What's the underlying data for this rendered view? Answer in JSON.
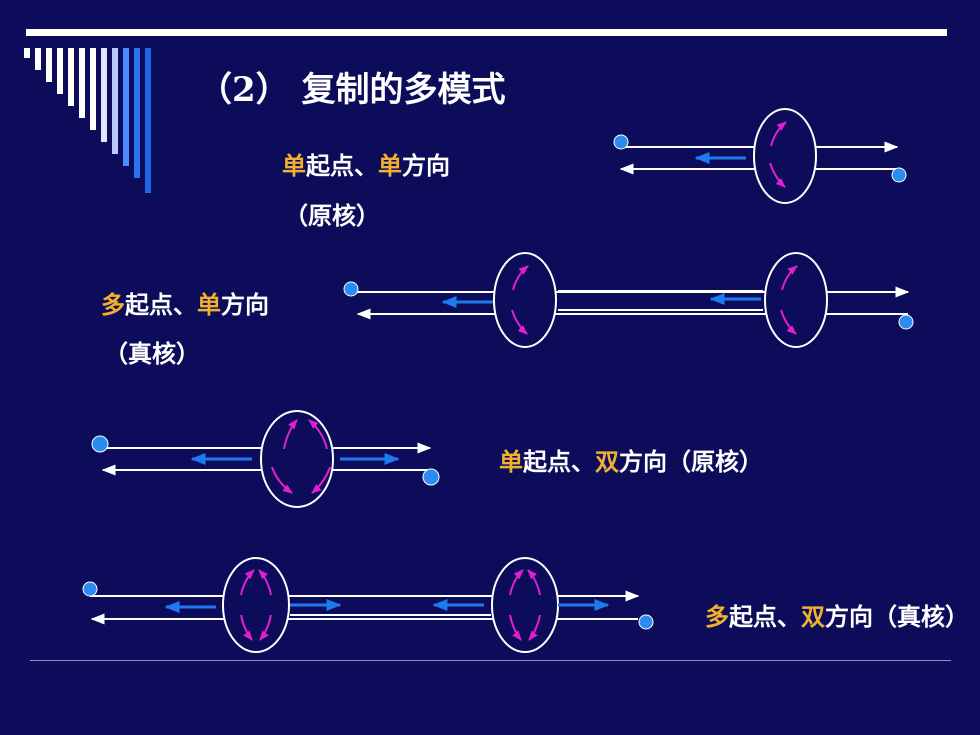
{
  "title": "（2） 复制的多模式",
  "labels": {
    "m1": {
      "hl1": "单",
      "t1": "起点、",
      "hl2": "单",
      "t2": "方向",
      "sub": "（原核）"
    },
    "m2": {
      "hl1": "多",
      "t1": "起点、",
      "hl2": "单",
      "t2": "方向",
      "sub": "（真核）"
    },
    "m3": {
      "hl1": "单",
      "t1": "起点、",
      "hl2": "双",
      "t2": "方向（原核）"
    },
    "m4": {
      "hl1": "多",
      "t1": "起点、",
      "hl2": "双",
      "t2": "方向（真核）"
    }
  },
  "colors": {
    "background": "#0c0c5a",
    "highlight": "#f0b030",
    "strand": "#ffffff",
    "new_strand_arrow": "#1e7bef",
    "origin_arrow": "#e020d0",
    "end_dot": "#2a8cf0"
  }
}
